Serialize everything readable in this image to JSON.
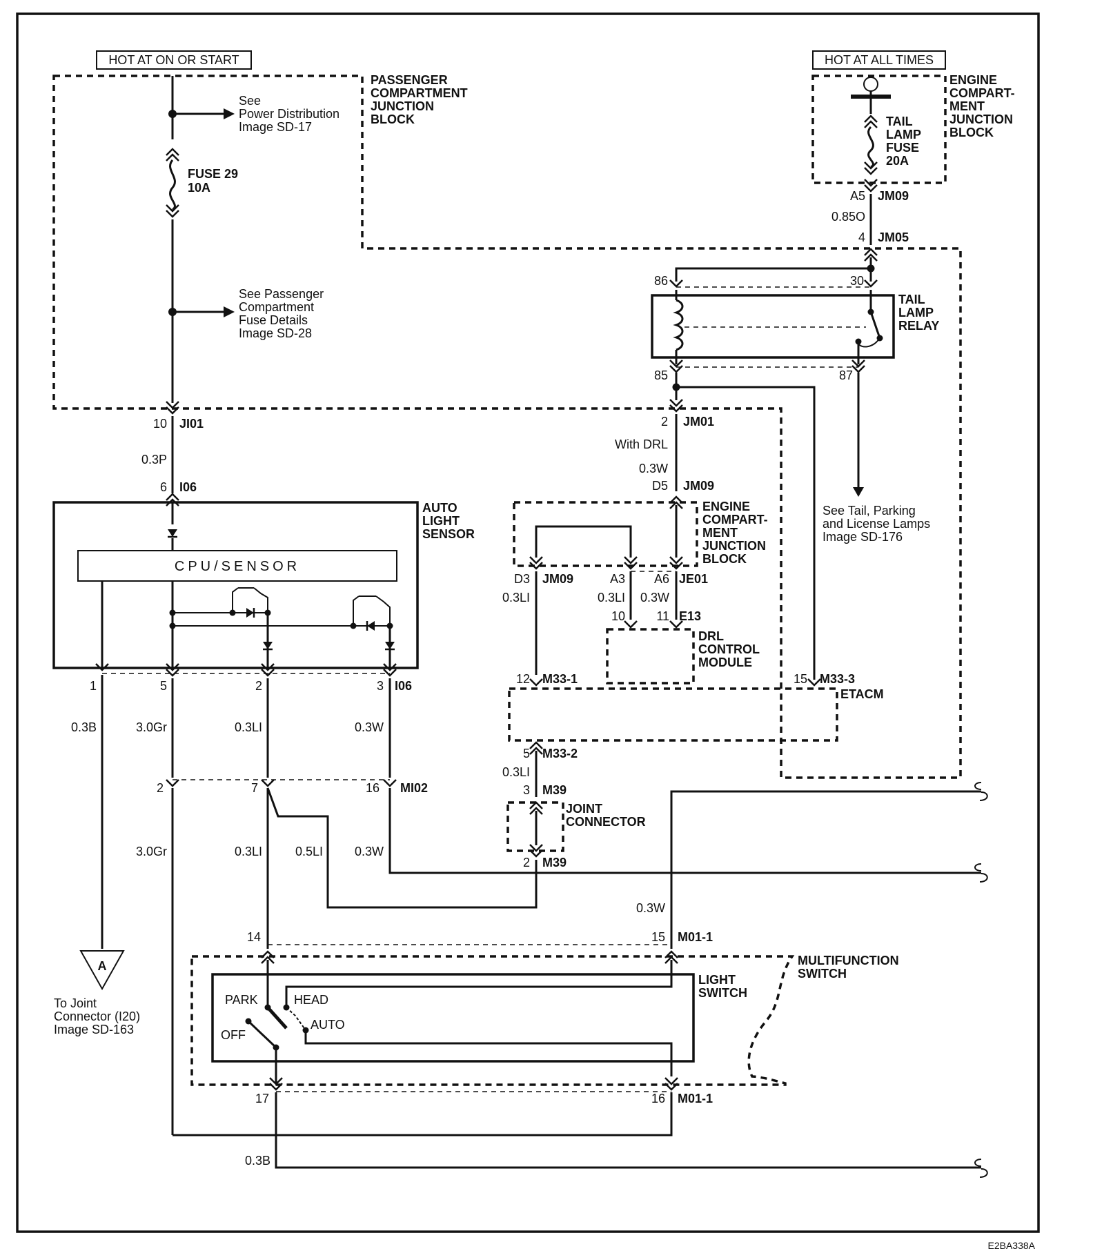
{
  "power_labels": {
    "hot_on_start": "HOT AT ON OR START",
    "hot_all_times": "HOT AT ALL TIMES"
  },
  "passenger_jb": {
    "l1": "PASSENGER",
    "l2": "COMPARTMENT",
    "l3": "JUNCTION",
    "l4": "BLOCK"
  },
  "engine_jb": {
    "l1": "ENGINE",
    "l2": "COMPART-",
    "l3": "MENT",
    "l4": "JUNCTION",
    "l5": "BLOCK"
  },
  "see_power": {
    "l1": "See",
    "l2": "Power Distribution",
    "l3": "Image SD-17"
  },
  "fuse29": {
    "name": "FUSE 29",
    "rating": "10A"
  },
  "see_fuse": {
    "l1": "See Passenger",
    "l2": "Compartment",
    "l3": "Fuse Details",
    "l4": "Image SD-28"
  },
  "tail_fuse": {
    "l1": "TAIL",
    "l2": "LAMP",
    "l3": "FUSE",
    "l4": "20A"
  },
  "relay": {
    "l1": "TAIL",
    "l2": "LAMP",
    "l3": "RELAY",
    "p86": "86",
    "p30": "30",
    "p85": "85",
    "p87": "87"
  },
  "auto_light": {
    "l1": "AUTO",
    "l2": "LIGHT",
    "l3": "SENSOR",
    "cpu": "CPU/SENSOR"
  },
  "see_tail": {
    "l1": "See Tail, Parking",
    "l2": "and License Lamps",
    "l3": "Image SD-176"
  },
  "drl_module": {
    "l1": "DRL",
    "l2": "CONTROL",
    "l3": "MODULE"
  },
  "etacm": "ETACM",
  "joint": {
    "l1": "JOINT",
    "l2": "CONNECTOR"
  },
  "multifunction": {
    "l1": "MULTIFUNCTION",
    "l2": "SWITCH"
  },
  "light_switch": {
    "l1": "LIGHT",
    "l2": "SWITCH",
    "park": "PARK",
    "head": "HEAD",
    "off": "OFF",
    "auto": "AUTO"
  },
  "offpage": {
    "letter": "A",
    "l1": "To Joint",
    "l2": "Connector (I20)",
    "l3": "Image SD-163"
  },
  "with_drl": "With DRL",
  "pins": {
    "a5": "A5",
    "jm09a": "JM09",
    "p4": "4",
    "jm05": "JM05",
    "p2": "2",
    "jm01": "JM01",
    "d5": "D5",
    "jm09b": "JM09",
    "d3": "D3",
    "jm09c": "JM09",
    "a3": "A3",
    "a6": "A6",
    "je01": "JE01",
    "p10e": "10",
    "p11e": "11",
    "e13": "E13",
    "p12": "12",
    "m33_1": "M33-1",
    "p15m": "15",
    "m33_3": "M33-3",
    "p5m": "5",
    "m33_2": "M33-2",
    "p3m": "3",
    "m39a": "M39",
    "p2m": "2",
    "m39b": "M39",
    "p10j": "10",
    "ji01": "JI01",
    "p6": "6",
    "i06a": "I06",
    "s1": "1",
    "s5": "5",
    "s2": "2",
    "s3": "3",
    "i06b": "I06",
    "m2": "2",
    "m7": "7",
    "m16": "16",
    "mi02": "MI02",
    "p14": "14",
    "p15": "15",
    "m01_1a": "M01-1",
    "p17": "17",
    "p16": "16",
    "m01_1b": "M01-1"
  },
  "wires": {
    "w085o": "0.85O",
    "w03w_a": "0.3W",
    "w03w_b": "0.3W",
    "w03li_d3": "0.3LI",
    "w03li_a3": "0.3LI",
    "w03p": "0.3P",
    "w03b": "0.3B",
    "w30gr_a": "3.0Gr",
    "w03li_a": "0.3LI",
    "w03w_c": "0.3W",
    "w03li_b": "0.3LI",
    "w30gr_b": "3.0Gr",
    "w03li_c": "0.3LI",
    "w05li": "0.5LI",
    "w03w_d": "0.3W",
    "w03w_e": "0.3W",
    "w03b_b": "0.3B"
  },
  "ref_id": "E2BA338A"
}
